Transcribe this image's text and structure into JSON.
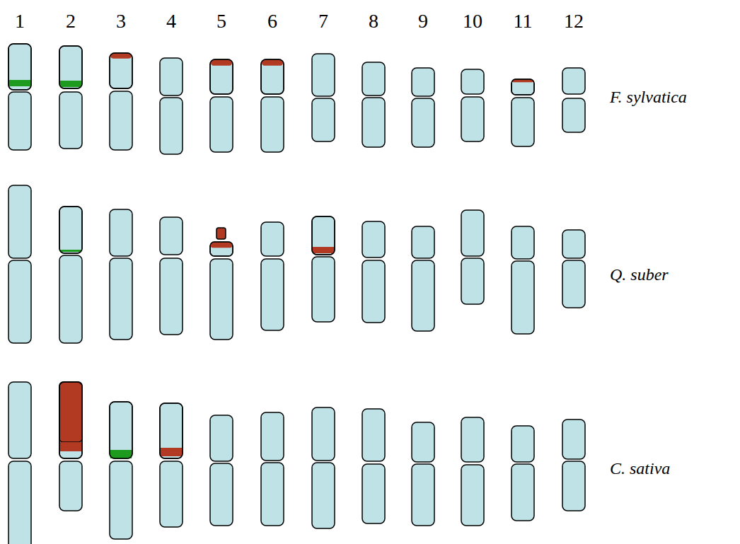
{
  "diagram": {
    "labels": [
      "1",
      "2",
      "3",
      "4",
      "5",
      "6",
      "7",
      "8",
      "9",
      "10",
      "11",
      "12",
      "F. sylvatica",
      "Q. suber",
      "C. sativa"
    ]
  }
}
